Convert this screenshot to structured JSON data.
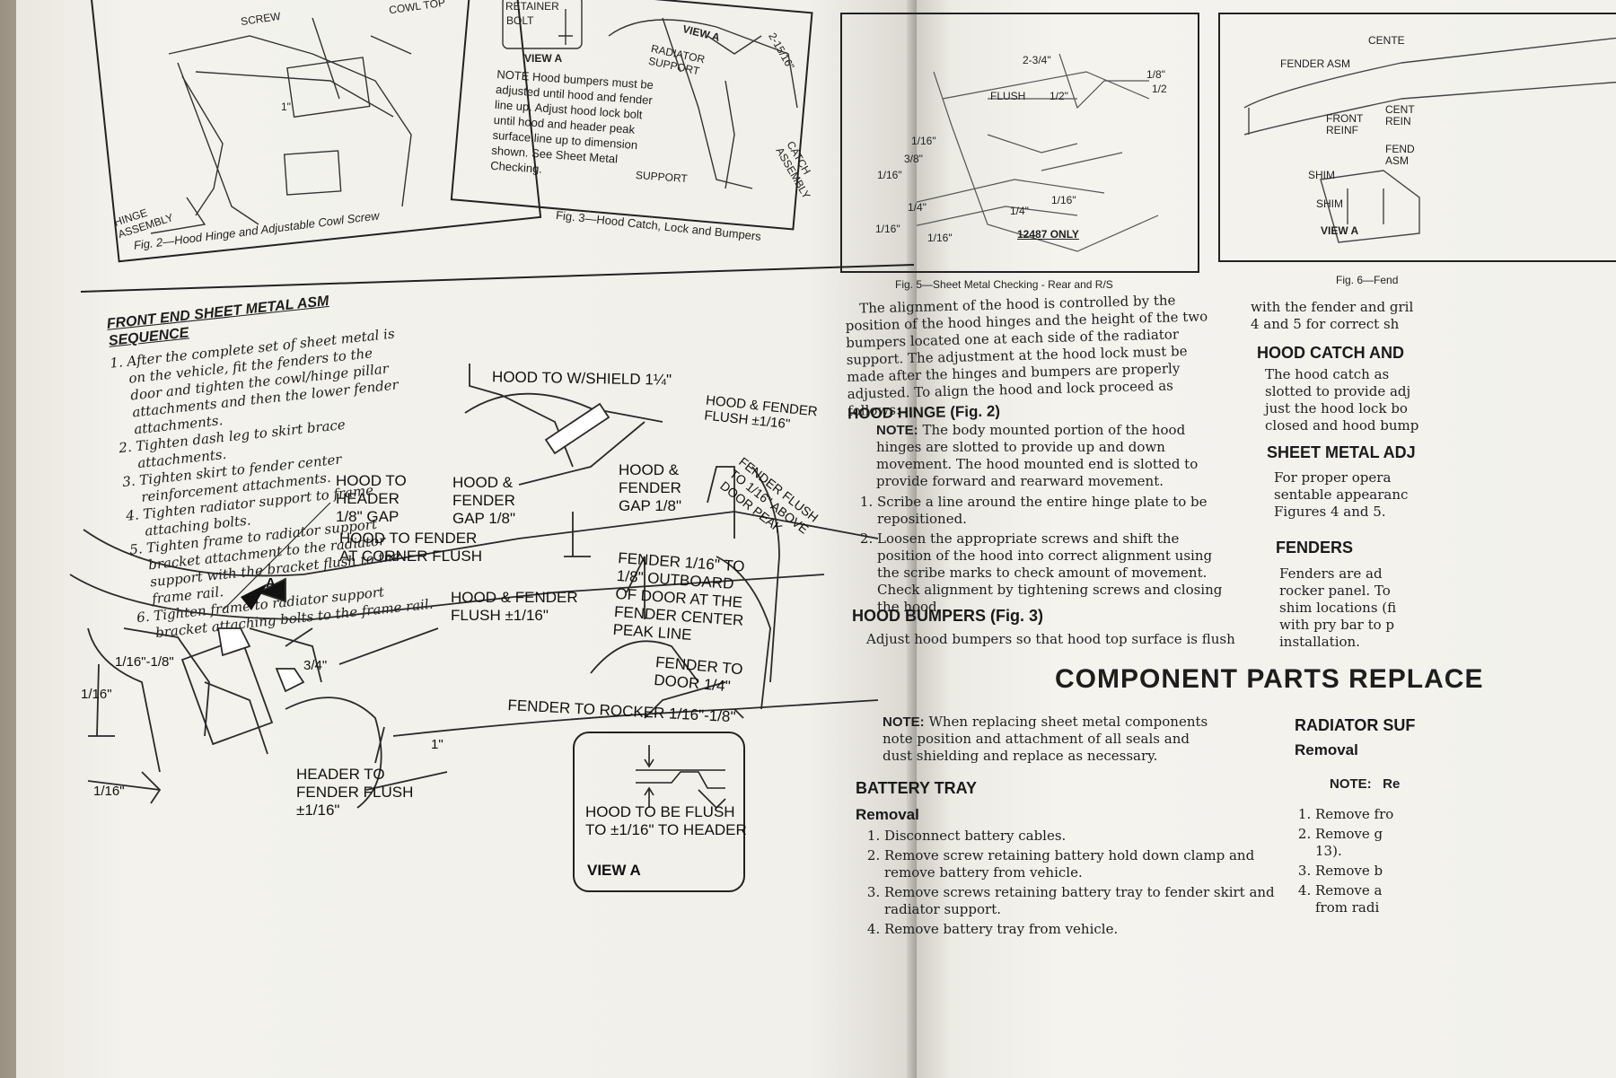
{
  "left_page": {
    "fig2": {
      "caption": "Fig. 2—Hood Hinge and Adjustable Cowl Screw",
      "labels": [
        "SCREW",
        "COWL TOP",
        "HINGE ASSEMBLY",
        "1\""
      ]
    },
    "fig3": {
      "caption": "Fig. 3—Hood Catch, Lock and Bumpers",
      "labels": [
        "RETAINER",
        "BOLT",
        "VIEW A",
        "VIEW A",
        "RADIATOR SUPPORT",
        "SUPPORT",
        "CATCH ASSEMBLY",
        "2-15/16\""
      ],
      "note": "NOTE  Hood bumpers must be adjusted until hood and fender line up. Adjust hood lock bolt until hood and header peak surface line up to dimension shown. See Sheet Metal Checking."
    },
    "sequence": {
      "title": "FRONT END SHEET METAL ASM SEQUENCE",
      "steps": [
        "After the complete set of sheet metal is on the vehicle, fit the fenders to the door and tighten the cowl/hinge pillar attachments and then the lower fender attachments.",
        "Tighten dash leg to skirt brace attachments.",
        "Tighten skirt to fender center reinforcement attachments.",
        "Tighten radiator support to frame attaching bolts.",
        "Tighten frame to radiator support bracket attachment to the radiator support with the bracket flush to the frame rail.",
        "Tighten frame to radiator support bracket attaching bolts to the frame rail."
      ]
    },
    "diagram_labels": {
      "hood_windshield": "HOOD TO W/SHIELD 1¼\"",
      "hood_fender_flush": "HOOD & FENDER\nFLUSH ±1/16\"",
      "fender_flush_door_peak": "FENDER FLUSH\nTO 1/16\" ABOVE\nDOOR PEAK",
      "hood_header_gap": "HOOD TO\nHEADER\n1/8\" GAP",
      "hood_fender_gap_1": "HOOD &\nFENDER\nGAP 1/8\"",
      "hood_fender_gap_2": "HOOD &\nFENDER\nGAP 1/8\"",
      "hood_fender_corner": "HOOD TO FENDER\nAT CORNER FLUSH",
      "hood_fender_flush_2": "HOOD & FENDER\nFLUSH ±1/16\"",
      "fender_outboard": "FENDER 1/16\" TO\n1/8\" OUTBOARD\nOF DOOR AT THE\nFENDER CENTER\nPEAK LINE",
      "fender_door": "FENDER TO\nDOOR 1/4\"",
      "fender_rocker": "FENDER TO ROCKER 1/16\"-1/8\"",
      "header_fender": "HEADER TO\nFENDER FLUSH\n±1/16\"",
      "dim_a": "1/16\"-1/8\"",
      "dim_b": "3/4\"",
      "dim_c": "1/16\"",
      "dim_d": "1/16\"",
      "dim_e": "1\"",
      "arrow_a": "A",
      "view_a_text": "HOOD TO BE FLUSH\nTO ±1/16\" TO HEADER",
      "view_a_title": "VIEW A"
    }
  },
  "right_page": {
    "fig5": {
      "caption": "Fig. 5—Sheet Metal Checking - Rear and R/S",
      "labels": [
        "2-3/4\"",
        "FLUSH",
        "1/2\"",
        "1/8\"",
        "1/2",
        "1/16\"",
        "3/8\"",
        "1/16\"",
        "1/4\"",
        "1/16\"",
        "1/4\"",
        "1/16\"",
        "1/16\"",
        "12487 ONLY"
      ]
    },
    "fig6": {
      "caption": "Fig. 6—Fend",
      "labels": [
        "CENTE",
        "FENDER ASM",
        "FRONT REINF",
        "CENT REIN",
        "FEND ASM",
        "SHIM",
        "SHIM",
        "VIEW A"
      ]
    },
    "intro": "The alignment of the hood is controlled by the position of the hood hinges and the height of the two bumpers located one at each side of the radiator support. The adjustment at the hood lock must be made after the hinges and bumpers are properly adjusted. To align the hood and lock proceed as follows:",
    "hood_hinge": {
      "heading": "HOOD HINGE (Fig. 2)",
      "note_label": "NOTE:",
      "note": "The body mounted portion of the hood hinges are slotted to provide up and down movement. The hood mounted end is slotted to provide forward and rearward movement.",
      "steps": [
        "Scribe a line around the entire hinge plate to be repositioned.",
        "Loosen the appropriate screws and shift the position of the hood into correct alignment using the scribe marks to check amount of movement. Check alignment by tightening screws and closing the hood."
      ]
    },
    "hood_bumpers": {
      "heading": "HOOD BUMPERS (Fig. 3)",
      "text": "Adjust hood bumpers so that hood top surface is flush"
    },
    "col2": {
      "top": "with the fender and gril\n4 and 5 for correct sh",
      "catch_heading": "HOOD CATCH AND",
      "catch_text": "The hood catch as\nslotted to provide adj\njust the hood lock bo\nclosed and hood bump",
      "sheet_heading": "SHEET METAL ADJ",
      "sheet_text": "For proper opera\nsentable appearanc\nFigures 4 and 5.",
      "fenders_heading": "FENDERS",
      "fenders_text": "Fenders are ad\nrocker panel. To\nshim locations (fi\nwith pry bar to p\ninstallation."
    },
    "component_heading": "COMPONENT PARTS REPLACE",
    "component_note_label": "NOTE:",
    "component_note": "When replacing sheet metal components note position and attachment of all seals and dust shielding and replace as necessary.",
    "battery_tray": {
      "heading": "BATTERY TRAY",
      "subheading": "Removal",
      "steps": [
        "Disconnect battery cables.",
        "Remove screw retaining battery hold down clamp and remove battery from vehicle.",
        "Remove screws retaining battery tray to fender skirt and radiator support.",
        "Remove battery tray from vehicle."
      ]
    },
    "radiator": {
      "heading": "RADIATOR SUF",
      "subheading": "Removal",
      "note": "NOTE:   Re",
      "steps": [
        "Remove fro",
        "Remove g\n13).",
        "Remove b",
        "Remove a\nfrom radi"
      ]
    }
  }
}
